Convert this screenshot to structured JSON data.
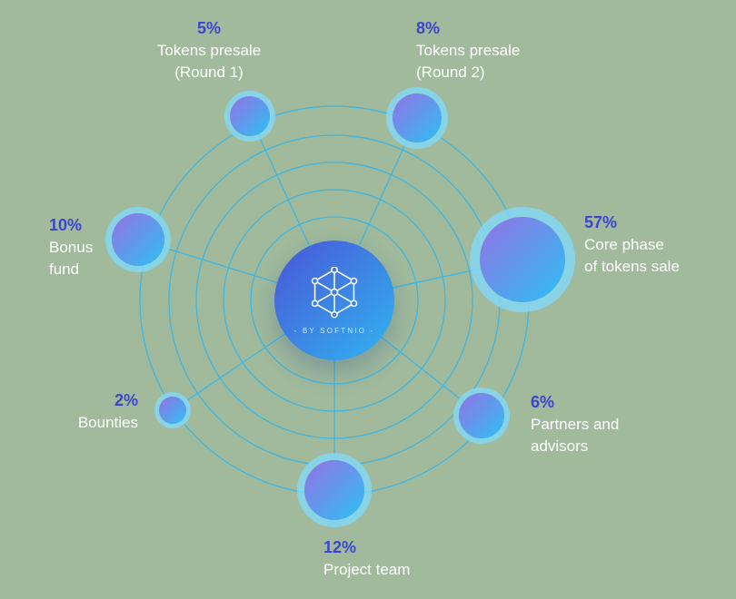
{
  "colors": {
    "background": "#a0ba9b",
    "ring": "#38b7ea",
    "percent": "#3c45d0",
    "label": "#ffffff",
    "bubble_from": "#8f75e6",
    "bubble_to": "#31bdf2",
    "halo": "rgba(130,218,248,0.8)",
    "center_from": "#4a55d8",
    "center_to": "#30b4ef",
    "caption": "#cfeafb"
  },
  "center": {
    "icon": "hexagon-network-icon",
    "caption": "- BY SOFTNIO -"
  },
  "satellites": [
    {
      "id": "presale-round-1",
      "percent": "5%",
      "label_lines": [
        "Tokens presale",
        "(Round 1)"
      ]
    },
    {
      "id": "presale-round-2",
      "percent": "8%",
      "label_lines": [
        "Tokens presale",
        "(Round 2)"
      ]
    },
    {
      "id": "bonus-fund",
      "percent": "10%",
      "label_lines": [
        "Bonus",
        "fund"
      ]
    },
    {
      "id": "core-phase",
      "percent": "57%",
      "label_lines": [
        "Core phase",
        "of tokens sale"
      ]
    },
    {
      "id": "bounties",
      "percent": "2%",
      "label_lines": [
        "Bounties"
      ]
    },
    {
      "id": "partners-advisors",
      "percent": "6%",
      "label_lines": [
        "Partners and",
        "advisors"
      ]
    },
    {
      "id": "project-team",
      "percent": "12%",
      "label_lines": [
        "Project team"
      ]
    }
  ],
  "chart_data": {
    "type": "pie",
    "categories": [
      "Tokens presale (Round 1)",
      "Tokens presale (Round 2)",
      "Bonus fund",
      "Core phase of tokens sale",
      "Bounties",
      "Partners and advisors",
      "Project team"
    ],
    "values": [
      5,
      8,
      10,
      57,
      2,
      6,
      12
    ],
    "unit": "%",
    "title": "",
    "legend_position": "labels-next-to-bubbles",
    "layout_hint": "radial orbit-bubble chart around central logo; bubble size proportional to value"
  }
}
